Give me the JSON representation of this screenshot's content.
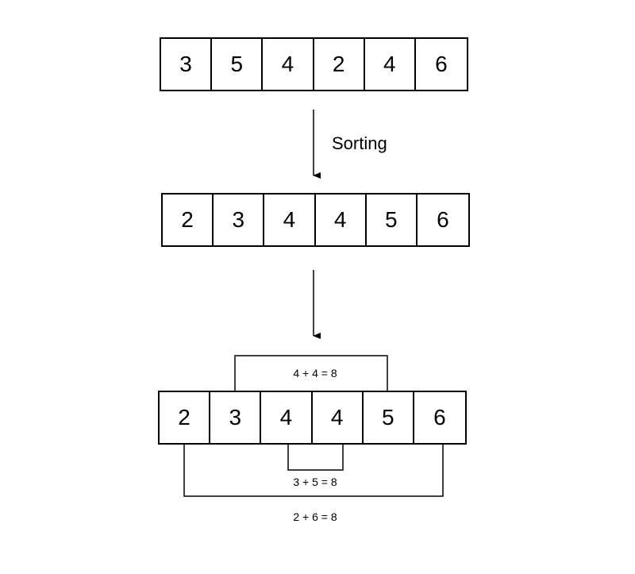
{
  "original_array": [
    3,
    5,
    4,
    2,
    4,
    6
  ],
  "step_label": "Sorting",
  "sorted_array": [
    2,
    3,
    4,
    4,
    5,
    6
  ],
  "pair_array": [
    2,
    3,
    4,
    4,
    5,
    6
  ],
  "pairs": [
    {
      "label": "4 + 4 = 8",
      "side": "above"
    },
    {
      "label": "3 + 5 = 8",
      "side": "below"
    },
    {
      "label": "2 + 6 = 8",
      "side": "below"
    }
  ],
  "colors": {
    "line": "#000000",
    "background": "#ffffff"
  }
}
